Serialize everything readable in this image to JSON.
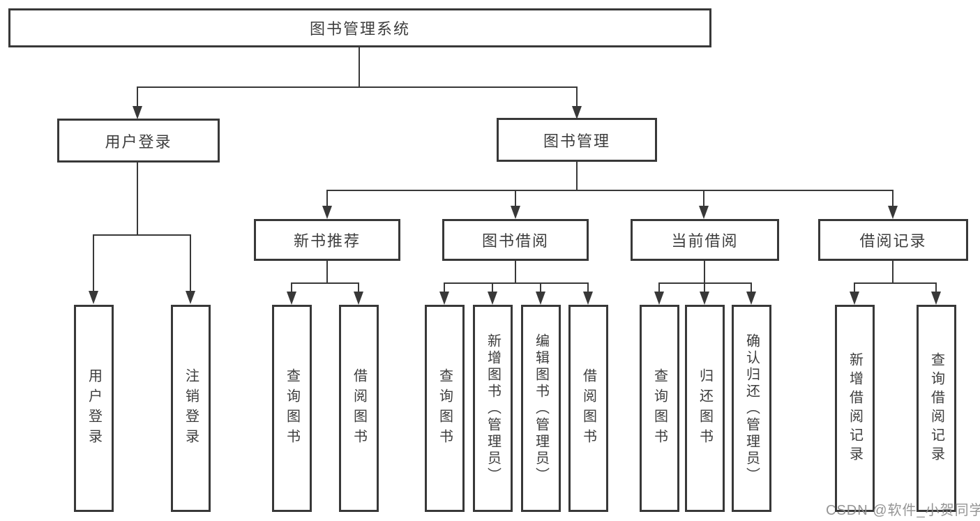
{
  "diagram": {
    "title": "图书管理系统",
    "nodes": {
      "root": "图书管理系统",
      "user_login": "用户登录",
      "book_mgmt": "图书管理",
      "new_book_rec": "新书推荐",
      "book_borrow": "图书借阅",
      "current_borrow": "当前借阅",
      "borrow_records": "借阅记录",
      "ul_user_login": "用户登录",
      "ul_logout": "注销登录",
      "nb_query_book": "查询图书",
      "nb_borrow_book": "借阅图书",
      "bb_query_book": "查询图书",
      "bb_add_book": "新增图书（管理员）",
      "bb_edit_book": "编辑图书（管理员）",
      "bb_borrow_book": "借阅图书",
      "cb_query_book": "查询图书",
      "cb_return_book": "归还图书",
      "cb_confirm_return": "确认归还（管理员）",
      "br_add_record": "新增借阅记录",
      "br_query_record": "查询借阅记录"
    },
    "line_color": "#383838",
    "text_color": "#3d3d3d"
  },
  "watermark": "CSDN @软件_小贺同学"
}
